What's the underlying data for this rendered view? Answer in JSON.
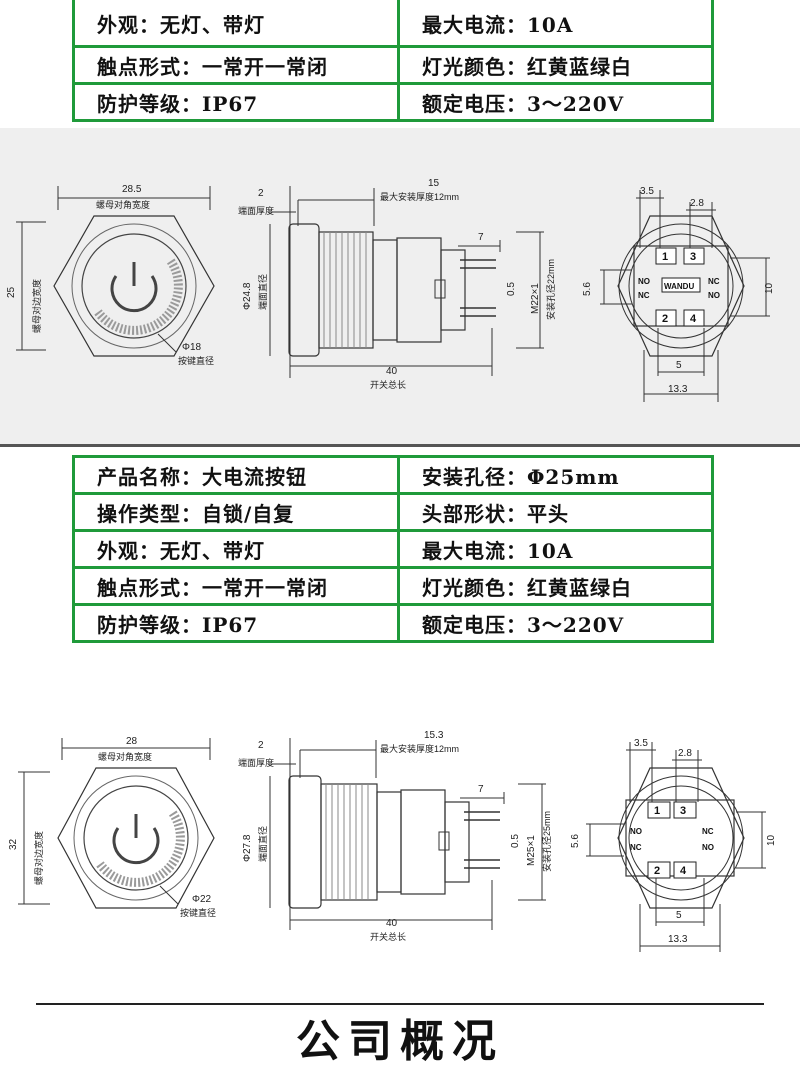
{
  "table_top": {
    "rows": [
      [
        "外观：无灯、带灯",
        "最大电流：10A"
      ],
      [
        "触点形式：一常开一常闭",
        "灯光颜色：红黄蓝绿白"
      ],
      [
        "防护等级：IP67",
        "额定电压：3～220V"
      ]
    ]
  },
  "drawing_1": {
    "nut_diag": "28.5",
    "nut_diag_label": "螺母对角宽度",
    "nut_flat": "25",
    "nut_flat_label": "螺母对边宽度",
    "button_dia": "Φ18",
    "button_dia_label": "按键直径",
    "bezel_thick": "2",
    "bezel_thick_label": "端面厚度",
    "max_mount": "15",
    "max_mount_label": "最大安装厚度12mm",
    "face_dia": "Φ24.8",
    "face_dia_label": "端面直径",
    "term_len": "7",
    "term_w": "0.5",
    "thread": "M22×1",
    "hole_label": "安装孔径22mm",
    "total_len": "40",
    "total_len_label": "开关总长",
    "pitch_a": "3.5",
    "pitch_b": "2.8",
    "span_v": "5.6",
    "span_h": "10",
    "span_5": "5",
    "span_13": "13.3",
    "brand": "WANDU",
    "no": "NO",
    "nc": "NC",
    "pin1": "1",
    "pin2": "2",
    "pin3": "3",
    "pin4": "4"
  },
  "table_bottom": {
    "rows": [
      [
        "产品名称：大电流按钮",
        "安装孔径：Φ25mm"
      ],
      [
        "操作类型：自锁/自复",
        "头部形状：平头"
      ],
      [
        "外观：无灯、带灯",
        "最大电流：10A"
      ],
      [
        "触点形式：一常开一常闭",
        "灯光颜色：红黄蓝绿白"
      ],
      [
        "防护等级：IP67",
        "额定电压：3～220V"
      ]
    ]
  },
  "drawing_2": {
    "nut_diag": "28",
    "nut_diag_label": "螺母对角宽度",
    "nut_flat": "32",
    "nut_flat_label": "螺母对边宽度",
    "button_dia": "Φ22",
    "button_dia_label": "按键直径",
    "bezel_thick": "2",
    "bezel_thick_label": "端面厚度",
    "max_mount": "15.3",
    "max_mount_label": "最大安装厚度12mm",
    "face_dia": "Φ27.8",
    "face_dia_label": "端面直径",
    "term_len": "7",
    "term_w": "0.5",
    "thread": "M25×1",
    "hole_label": "安装孔径25mm",
    "total_len": "40",
    "total_len_label": "开关总长",
    "pitch_a": "3.5",
    "pitch_b": "2.8",
    "span_v": "5.6",
    "span_h": "10",
    "span_5": "5",
    "span_13": "13.3",
    "no": "NO",
    "nc": "NC",
    "pin1": "1",
    "pin2": "2",
    "pin3": "3",
    "pin4": "4"
  },
  "footer": {
    "title": "公司概况"
  }
}
